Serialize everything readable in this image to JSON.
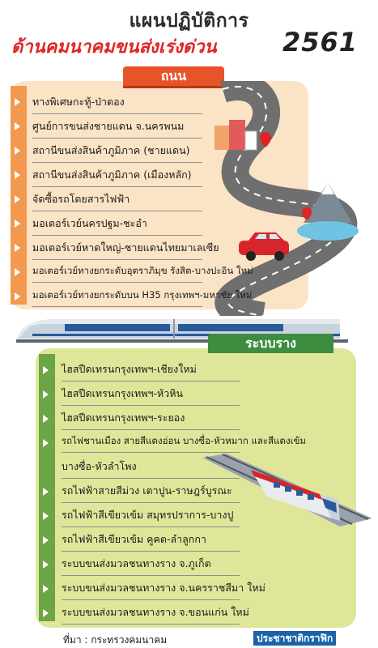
{
  "header": {
    "title_line1": "แผนปฏิบัติการ",
    "title_line2": "ด้านคมนาคมขนส่งเร่งด่วน",
    "year": "2561"
  },
  "road": {
    "tab_label": "ถนน",
    "items": [
      "ทางพิเศษกะทู้-ป่าตอง",
      "ศูนย์การขนส่งชายแดน จ.นครพนม",
      "สถานีขนส่งสินค้าภูมิภาค (ชายแดน)",
      "สถานีขนส่งสินค้าภูมิภาค (เมืองหลัก)",
      "จัดซื้อรถโดยสารไฟฟ้า",
      "มอเตอร์เวย์นครปฐม-ชะอำ",
      "มอเตอร์เวย์หาดใหญ่-ชายแดนไทยมาเลเซีย",
      "มอเตอร์เวย์ทางยกระดับอุตราภิมุข รังสิต-บางปะอิน ใหม่",
      "มอเตอร์เวย์ทางยกระดับบน H35 กรุงเทพฯ-มหาชัย ใหม่"
    ]
  },
  "rail": {
    "tab_label": "ระบบราง",
    "items": [
      "ไฮสปีดเทรนกรุงเทพฯ-เชียงใหม่",
      "ไฮสปีดเทรนกรุงเทพฯ-หัวหิน",
      "ไฮสปีดเทรนกรุงเทพฯ-ระยอง",
      "รถไฟชานเมือง สายสีแดงอ่อน บางซื่อ-หัวหมาก และสีแดงเข้ม",
      "บางซื่อ-หัวลำโพง",
      "รถไฟฟ้าสายสีม่วง เตาปูน-ราษฎร์บูรณะ",
      "รถไฟฟ้าสีเขียวเข้ม สมุทรปราการ-บางปู",
      "รถไฟฟ้าสีเขียวเข้ม คูคต-ลำลูกกา",
      "ระบบขนส่งมวลชนทางราง จ.ภูเก็ต",
      "ระบบขนส่งมวลชนทางราง จ.นครราชสีมา ใหม่",
      "ระบบขนส่งมวลชนทางราง จ.ขอนแก่น ใหม่"
    ]
  },
  "footer": {
    "source": "ที่มา : กระทรวงคมนาคม",
    "brand": "ประชาชาติกราฟิก"
  },
  "colors": {
    "title_red": "#e02424",
    "road_panel": "#fbe3c6",
    "road_tab": "#e8542a",
    "rail_panel": "#dfe69a",
    "rail_tab": "#3c8d3f"
  }
}
